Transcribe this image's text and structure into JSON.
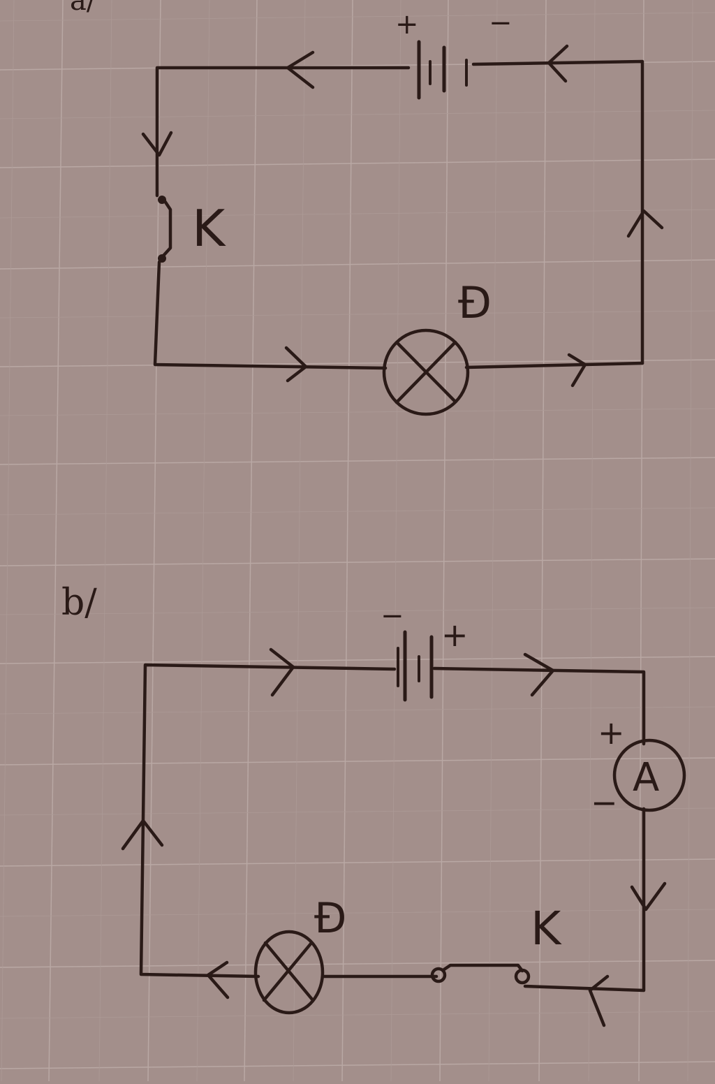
{
  "paper": {
    "background": "#a38f8b",
    "grid_color": "#b7a6a2",
    "ink_color": "#2a1a17"
  },
  "circuit_a": {
    "label": "a/",
    "battery": {
      "plus": "+",
      "minus": "−"
    },
    "switch_label": "K",
    "lamp_label": "Đ"
  },
  "circuit_b": {
    "label": "b/",
    "battery": {
      "plus": "+",
      "minus": "−"
    },
    "ammeter": {
      "symbol": "A",
      "plus": "+",
      "minus": "−"
    },
    "switch_label": "K",
    "lamp_label": "Đ"
  }
}
